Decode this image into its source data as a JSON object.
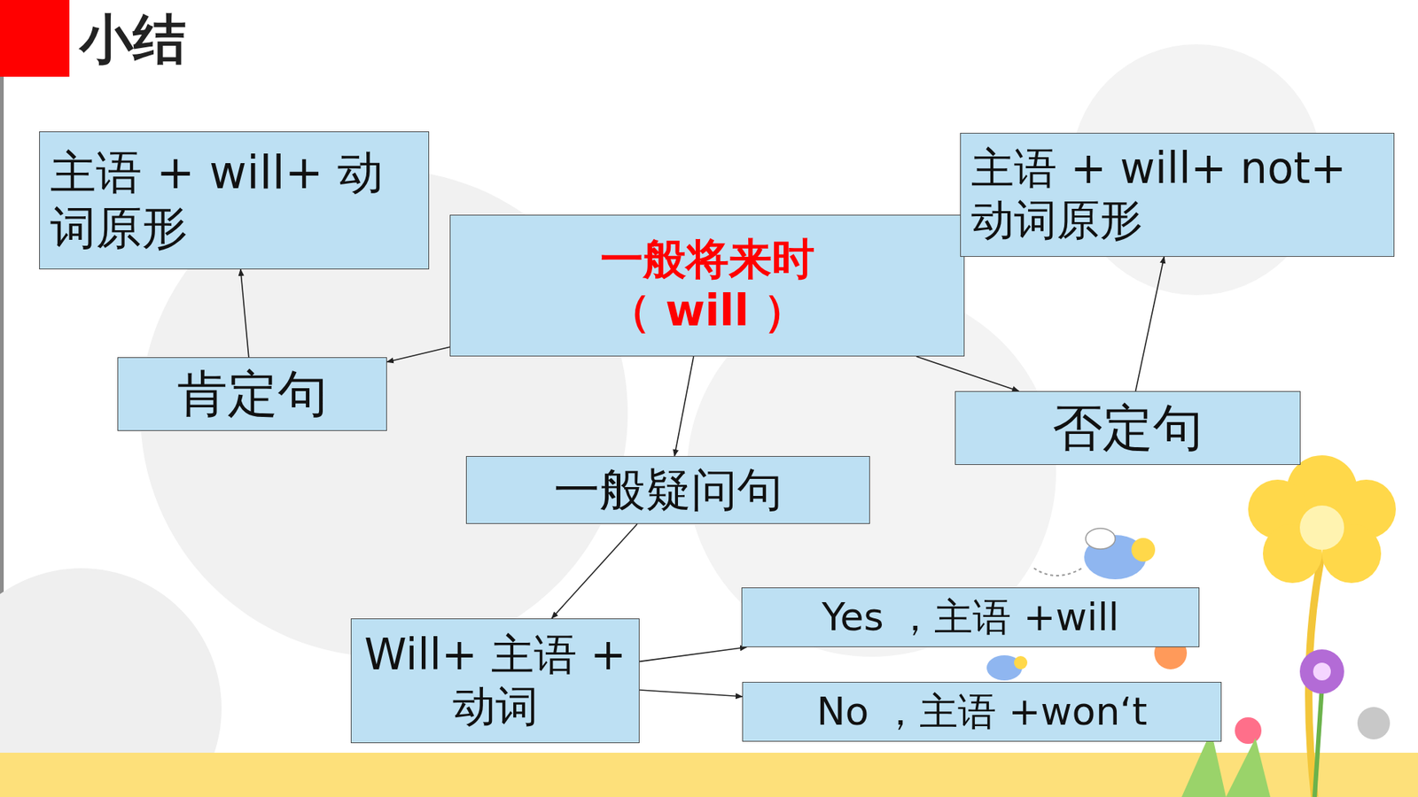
{
  "diagram": {
    "title": "小结",
    "nodes": [
      {
        "text": [
          "主语 + will+ 动词原形"
        ]
      },
      {
        "text": [
          "一般将来时",
          "（ will ）"
        ]
      },
      {
        "text": [
          "主语 + will+ not+ 动词原形"
        ]
      },
      {
        "text": [
          "肯定句"
        ]
      },
      {
        "text": [
          "否定句"
        ]
      },
      {
        "text": [
          "一般疑问句"
        ]
      },
      {
        "text": [
          "Will+ 主语 + 动词"
        ]
      },
      {
        "text": [
          "Yes ，主语 +will"
        ]
      },
      {
        "text": [
          "No ，主语 +won‘t"
        ]
      }
    ],
    "edges": [
      {
        "from": 1,
        "to": 3,
        "arrow": "to"
      },
      {
        "from": 3,
        "to": 0,
        "arrow": "to"
      },
      {
        "from": 1,
        "to": 4,
        "arrow": "to"
      },
      {
        "from": 4,
        "to": 2,
        "arrow": "to"
      },
      {
        "from": 1,
        "to": 5,
        "arrow": "to"
      },
      {
        "from": 5,
        "to": 6,
        "arrow": "to"
      },
      {
        "from": 6,
        "to": 7,
        "arrow": "to"
      },
      {
        "from": 6,
        "to": 8,
        "arrow": "to"
      }
    ]
  }
}
